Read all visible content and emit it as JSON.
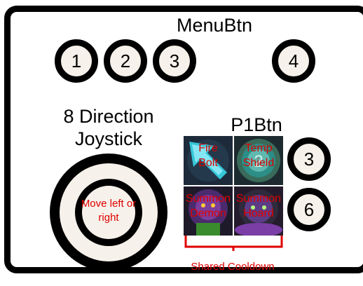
{
  "menu": {
    "title": "MenuBtn",
    "buttons": [
      "1",
      "2",
      "3",
      "4"
    ]
  },
  "joystick": {
    "title_line1": "8 Direction",
    "title_line2": "Joystick",
    "label": "Move left or right"
  },
  "p1": {
    "title": "P1Btn",
    "abilities": [
      {
        "line1": "Fire",
        "line2": "Bolt",
        "icon": "cyan-arrow-icon"
      },
      {
        "line1": "Temp",
        "line2": "Shield",
        "icon": "shield-icon"
      },
      {
        "line1": "Summon",
        "line2": "Demon",
        "icon": "demon-icon"
      },
      {
        "line1": "Summon",
        "line2": "Hoard",
        "icon": "hoard-icon"
      }
    ],
    "side_buttons": [
      "3",
      "6"
    ],
    "shared_label": "Shared Cooldown"
  },
  "colors": {
    "annotation": "#e00000",
    "outline": "#000000",
    "button_fill": "#f6f1ea"
  }
}
